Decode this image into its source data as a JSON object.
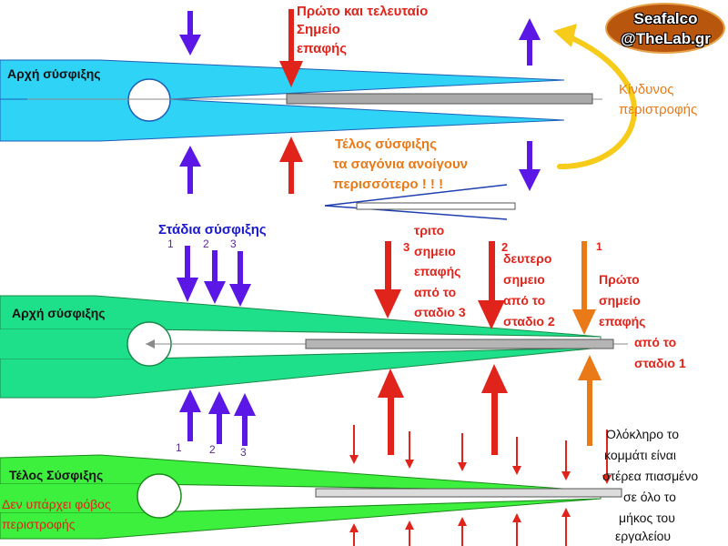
{
  "colors": {
    "cyan": "#2ed3f5",
    "teal_green": "#1fe08a",
    "green": "#3df03d",
    "red": "#e0241b",
    "orange": "#ea7a18",
    "blue_purple": "#5a17e6",
    "yellow": "#f7cb1a",
    "logo_brown": "#b8560e"
  },
  "logo": {
    "line1": "Seafalco",
    "line2": "@TheLab.gr"
  },
  "top": {
    "label_start": "Αρχή σύσφιξης",
    "first_last_line1": "Πρώτο και τελευταίο",
    "first_last_line2": "Σημείο",
    "first_last_line3": "επαφής",
    "danger_line1": "Κίνδυνος",
    "danger_line2": "περιστροφής",
    "end_line1": "Τέλος σύσφιξης",
    "end_line2": "τα σαγόνια ανοίγουν",
    "end_line3": "περισσότερο ! ! !"
  },
  "middle": {
    "label_stages": "Στάδια σύσφιξης",
    "label_start": "Αρχή σύσφιξης",
    "stage_top_1": "1",
    "stage_top_2": "2",
    "stage_top_3": "3",
    "stage_bottom_1": "1",
    "stage_bottom_2": "2",
    "stage_bottom_3": "3",
    "third_num": "3",
    "third_line1": "τριτο",
    "third_line2": "σημειο",
    "third_line3": "επαφής",
    "third_line4": "από το",
    "third_line5": "σταδιο 3",
    "second_num": "2",
    "second_line1": "δευτερο",
    "second_line2": "σημειο",
    "second_line3": "από το",
    "second_line4": "σταδιο 2",
    "first_num": "1",
    "first_line1": "Πρώτο",
    "first_line2": "σημείο",
    "first_line3": "επαφής",
    "first_line4": "από το",
    "first_line5": "σταδιο 1"
  },
  "bottom": {
    "label_end": "Τέλος Σύσφιξης",
    "no_fear_line1": "Δεν υπάρχει φόβος",
    "no_fear_line2": "περιστροφής",
    "whole_line1": "Ολόκληρο το",
    "whole_line2": "κομμάτι είναι",
    "whole_line3": "στέρεα πιασμένο",
    "whole_line4": "σε όλο το",
    "whole_line5": "μήκος του",
    "whole_line6": "εργαλείου"
  }
}
